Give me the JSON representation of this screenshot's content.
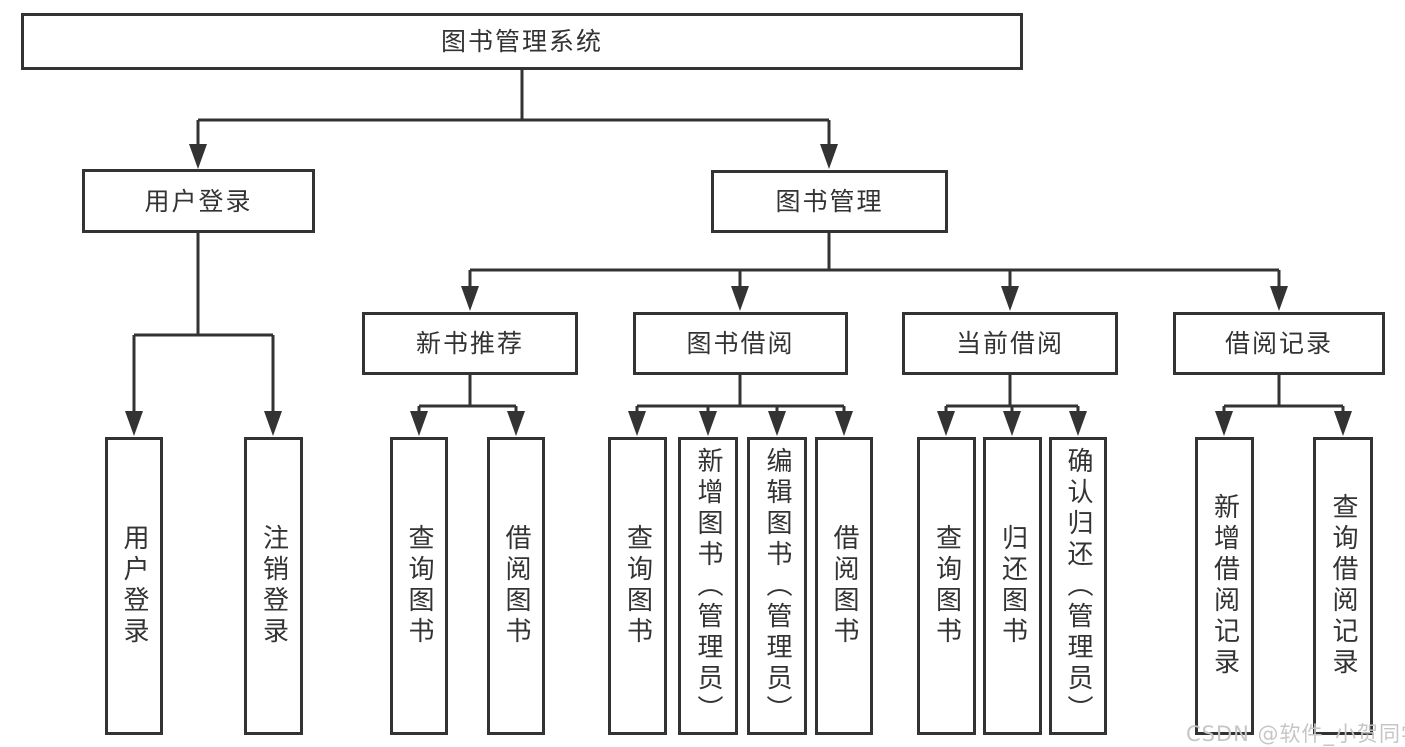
{
  "diagram_title": "图书管理系统",
  "watermark": "CSDN @软件_小贺同学",
  "colors": {
    "line": "#333333",
    "text": "#333333",
    "background": "#ffffff",
    "watermark": "#c6c6c6"
  },
  "nodes": [
    {
      "id": "root",
      "label": "图书管理系统",
      "parent": null
    },
    {
      "id": "user-login",
      "label": "用户登录",
      "parent": "root"
    },
    {
      "id": "book-management",
      "label": "图书管理",
      "parent": "root"
    },
    {
      "id": "new-book-recommendation",
      "label": "新书推荐",
      "parent": "book-management"
    },
    {
      "id": "book-borrowing",
      "label": "图书借阅",
      "parent": "book-management"
    },
    {
      "id": "current-borrowing",
      "label": "当前借阅",
      "parent": "book-management"
    },
    {
      "id": "borrowing-records",
      "label": "借阅记录",
      "parent": "book-management"
    },
    {
      "id": "user-login-leaf",
      "label": "用户登录",
      "parent": "user-login"
    },
    {
      "id": "logout-leaf",
      "label": "注销登录",
      "parent": "user-login"
    },
    {
      "id": "query-books-newrec",
      "label": "查询图书",
      "parent": "new-book-recommendation"
    },
    {
      "id": "borrow-books-newrec",
      "label": "借阅图书",
      "parent": "new-book-recommendation"
    },
    {
      "id": "query-books-borrowing",
      "label": "查询图书",
      "parent": "book-borrowing"
    },
    {
      "id": "add-books-admin",
      "label": "新增图书（管理员）",
      "parent": "book-borrowing"
    },
    {
      "id": "edit-books-admin",
      "label": "编辑图书（管理员）",
      "parent": "book-borrowing"
    },
    {
      "id": "borrow-books-borrowing",
      "label": "借阅图书",
      "parent": "book-borrowing"
    },
    {
      "id": "query-books-current",
      "label": "查询图书",
      "parent": "current-borrowing"
    },
    {
      "id": "return-books",
      "label": "归还图书",
      "parent": "current-borrowing"
    },
    {
      "id": "confirm-return-admin",
      "label": "确认归还（管理员）",
      "parent": "current-borrowing"
    },
    {
      "id": "add-borrow-record",
      "label": "新增借阅记录",
      "parent": "borrowing-records"
    },
    {
      "id": "query-borrow-record",
      "label": "查询借阅记录",
      "parent": "borrowing-records"
    }
  ]
}
